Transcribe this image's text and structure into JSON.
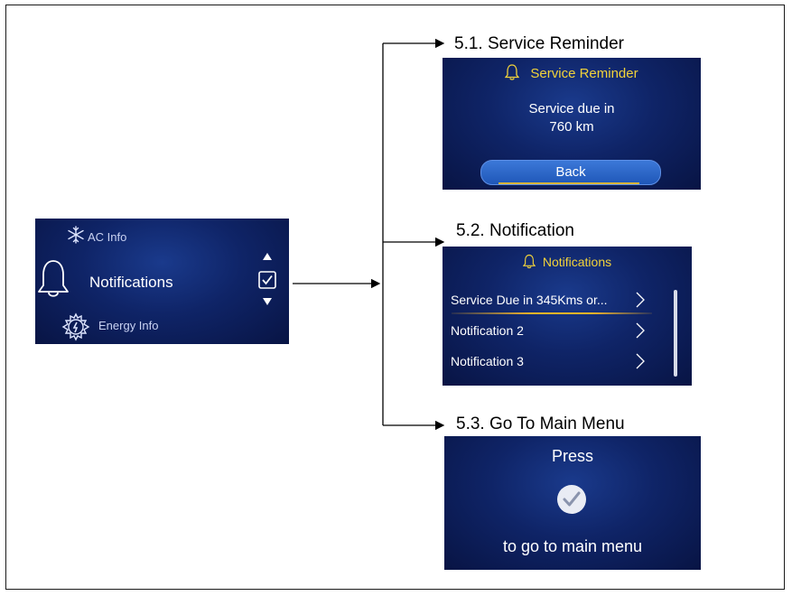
{
  "main_menu": {
    "item_above": "AC Info",
    "item_selected": "Notifications",
    "item_below": "Energy Info"
  },
  "sections": [
    {
      "title": "5.1. Service Reminder",
      "screen_title": "Service Reminder",
      "message_line1": "Service due in",
      "message_line2": "760 km",
      "back_label": "Back"
    },
    {
      "title": "5.2. Notification",
      "screen_title": "Notifications",
      "items": [
        "Service Due in 345Kms or...",
        "Notification 2",
        "Notification 3"
      ]
    },
    {
      "title": "5.3. Go To Main Menu",
      "line1": "Press",
      "line2": "to go to main menu"
    }
  ],
  "colors": {
    "screen_bg": "#0f2467",
    "accent_yellow": "#f2d33a",
    "button_blue": "#2f6acb"
  }
}
